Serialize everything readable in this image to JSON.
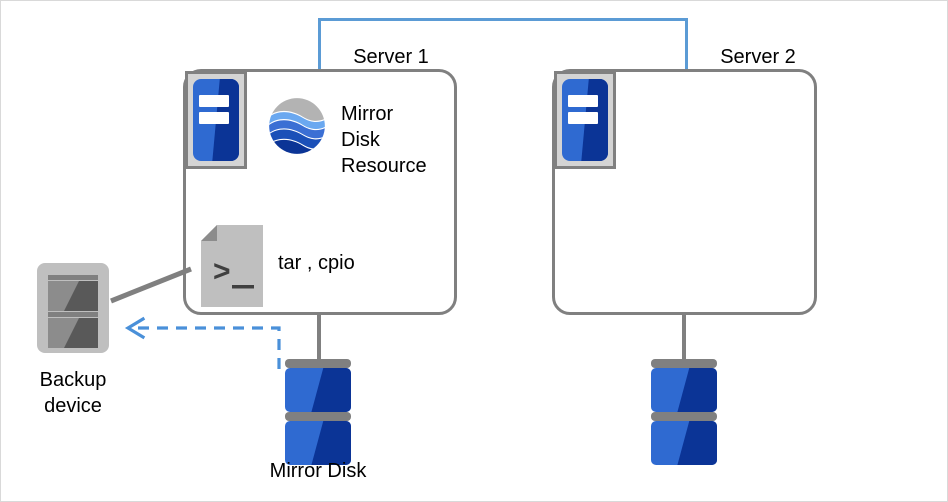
{
  "diagram": {
    "title": "Mirror disk backup configuration",
    "colors": {
      "server_border": "#808080",
      "interconnect": "#5b9bd5",
      "backup_arrow": "#5b9bd5",
      "disk_blue": "#2f6ad1",
      "disk_blue_dark": "#0b3496",
      "icon_gray": "#bfbfbf",
      "text": "#000000"
    },
    "nodes": {
      "server1": {
        "label": "Server 1"
      },
      "server2": {
        "label": "Server 2"
      },
      "mirror_disk_resource": {
        "label": "Mirror\nDisk\nResource",
        "icon": "globe-icon"
      },
      "backup_tool": {
        "label": "tar , cpio",
        "icon": "script-icon"
      },
      "backup_device": {
        "label": "Backup\ndevice",
        "icon": "backup-device-icon"
      },
      "mirror_disk": {
        "label": "Mirror Disk",
        "icon": "disk-stack-icon"
      },
      "mirror_disk_2": {
        "label": "",
        "icon": "disk-stack-icon"
      }
    },
    "connections": {
      "interconnect": {
        "from": "server1",
        "to": "server2",
        "style": "solid"
      },
      "backup_flow": {
        "from": "mirror_disk",
        "to": "backup_device",
        "style": "dashed",
        "arrow": "left"
      },
      "tool_link": {
        "from": "backup_tool",
        "to": "backup_device",
        "style": "solid"
      },
      "disk1_link": {
        "from": "server1",
        "to": "mirror_disk",
        "style": "solid"
      },
      "disk2_link": {
        "from": "server2",
        "to": "mirror_disk_2",
        "style": "solid"
      }
    }
  }
}
